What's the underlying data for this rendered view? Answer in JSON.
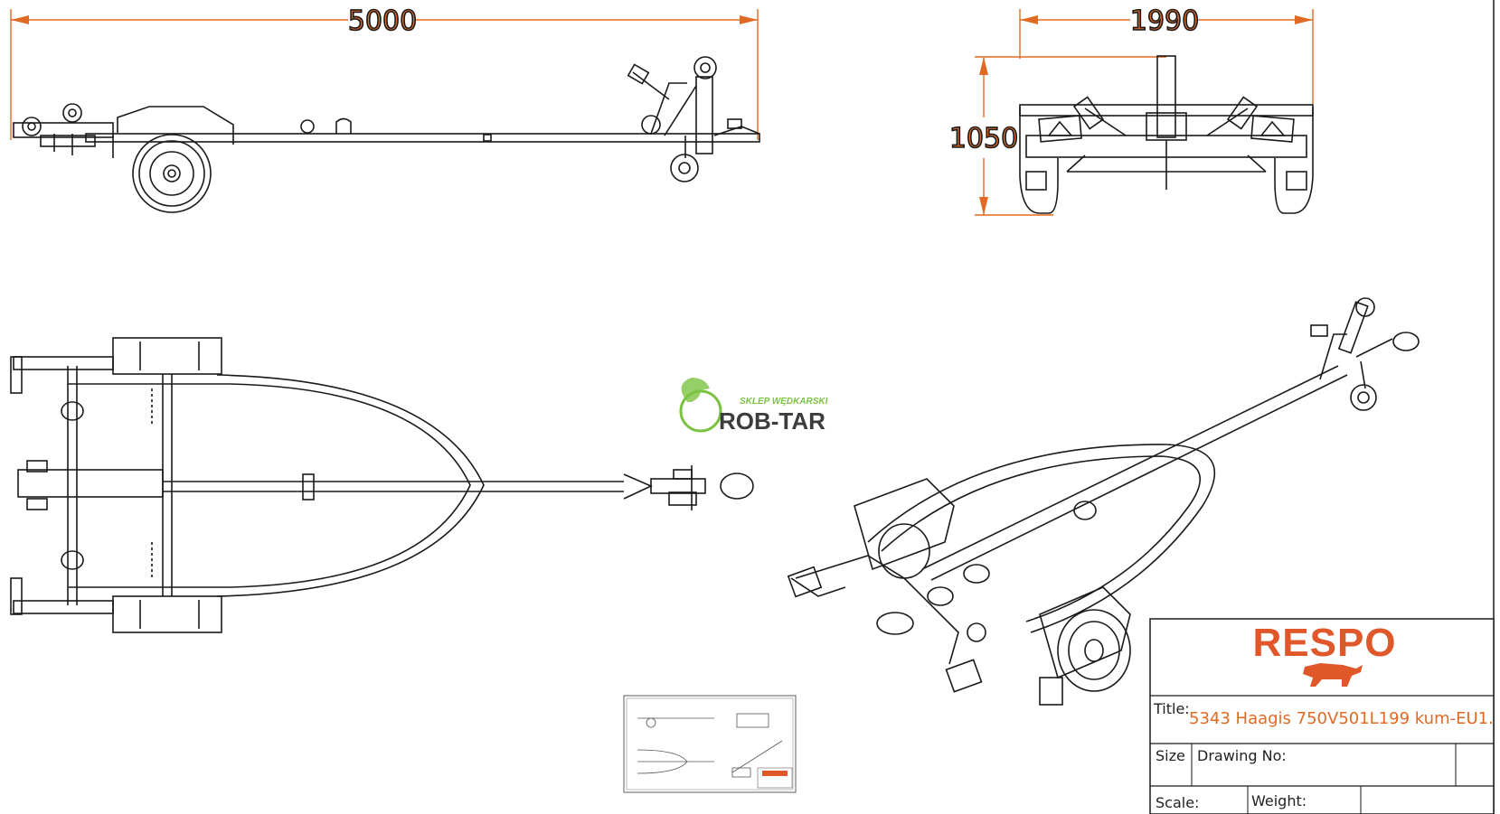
{
  "drawing": {
    "dimensions": {
      "length": "5000",
      "width": "1990",
      "height": "1050"
    },
    "watermark": {
      "small_text": "SKLEP WĘDKARSKI",
      "big_text": "ROB-TAR"
    },
    "title_block": {
      "brand": "RESPO",
      "title_label": "Title:",
      "title_value": "5343 Haagis 750V501L199 kum-EU1.",
      "size_label": "Size",
      "drawing_no_label": "Drawing No:",
      "scale_label": "Scale:",
      "weight_label": "Weight:"
    },
    "colors": {
      "accent": "#E06A23",
      "brand": "#E0572A",
      "line": "#1a1a1a",
      "logo_green": "#7CC242"
    }
  }
}
